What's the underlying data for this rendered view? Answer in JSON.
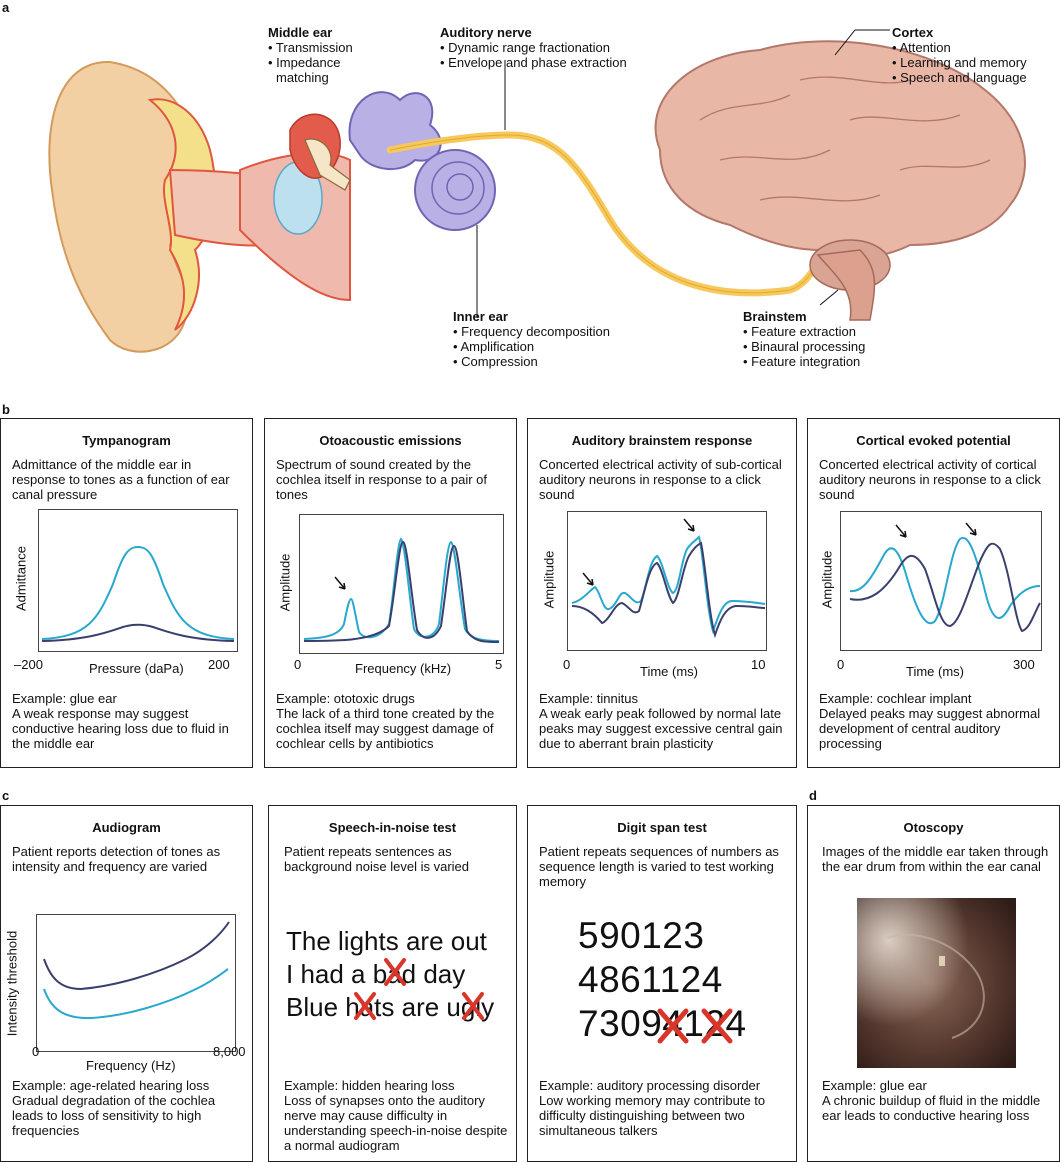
{
  "panel_labels": {
    "a": "a",
    "b": "b",
    "c": "c",
    "d": "d"
  },
  "colors": {
    "light_series": "#29a8cf",
    "dark_series": "#3a3f6e",
    "cross": "#d9362b",
    "skin": "#f3cfa4",
    "brain": "#e9b7a6",
    "nerve": "#f7c85a",
    "cochlea": "#b9b0e6"
  },
  "anatomy": {
    "middle_ear": {
      "title": "Middle ear",
      "items": [
        "• Transmission",
        "• Impedance",
        "  matching"
      ]
    },
    "auditory_nerve": {
      "title": "Auditory nerve",
      "items": [
        "• Dynamic range fractionation",
        "• Envelope and phase extraction"
      ]
    },
    "cortex": {
      "title": "Cortex",
      "items": [
        "• Attention",
        "• Learning and memory",
        "• Speech and language"
      ]
    },
    "inner_ear": {
      "title": "Inner ear",
      "items": [
        "• Frequency decomposition",
        "• Amplification",
        "• Compression"
      ]
    },
    "brainstem": {
      "title": "Brainstem",
      "items": [
        "• Feature extraction",
        "• Binaural processing",
        "• Feature integration"
      ]
    }
  },
  "tests_b": [
    {
      "title": "Tympanogram",
      "desc": "Admittance of the middle ear in response to tones as a function of ear canal pressure",
      "ylabel": "Admittance",
      "xlabel": "Pressure (daPa)",
      "xticks": [
        "–200",
        "200"
      ],
      "example": "Example: glue ear",
      "explanation": "A weak response may suggest conductive hearing loss due to fluid in the middle ear"
    },
    {
      "title": "Otoacoustic emissions",
      "desc": "Spectrum of sound created by the cochlea itself in response to a pair of tones",
      "ylabel": "Amplitude",
      "xlabel": "Frequency (kHz)",
      "xticks": [
        "0",
        "5"
      ],
      "example": "Example: ototoxic drugs",
      "explanation": "The lack of a third tone created by the cochlea itself may suggest damage of cochlear cells by antibiotics"
    },
    {
      "title": "Auditory brainstem response",
      "desc": "Concerted electrical activity of sub-cortical auditory neurons in response to a click sound",
      "ylabel": "Amplitude",
      "xlabel": "Time (ms)",
      "xticks": [
        "0",
        "10"
      ],
      "example": "Example: tinnitus",
      "explanation": "A weak early peak followed by normal late peaks may suggest excessive central gain due to aberrant brain plasticity"
    },
    {
      "title": "Cortical evoked potential",
      "desc": "Concerted electrical activity of cortical auditory neurons in response to a click sound",
      "ylabel": "Amplitude",
      "xlabel": "Time (ms)",
      "xticks": [
        "0",
        "300"
      ],
      "example": "Example: cochlear implant",
      "explanation": "Delayed peaks may suggest abnormal development of central auditory processing"
    }
  ],
  "tests_c": {
    "audiogram": {
      "title": "Audiogram",
      "desc": "Patient reports detection of tones as intensity and frequency are varied",
      "ylabel": "Intensity threshold",
      "xlabel": "Frequency (Hz)",
      "xticks": [
        "0",
        "8,000"
      ],
      "example": "Example: age-related hearing loss",
      "explanation": "Gradual degradation of the cochlea leads to loss of sensitivity to high frequencies"
    },
    "speech": {
      "title": "Speech-in-noise test",
      "desc": "Patient repeats sentences as background noise level is varied",
      "sentences": [
        "The lights are out",
        "I had a bad day",
        "Blue hats are ugly"
      ],
      "example": "Example: hidden hearing loss",
      "explanation": "Loss of synapses onto the auditory nerve may cause difficulty in understanding speech-in-noise despite a normal audiogram"
    },
    "digit": {
      "title": "Digit span test",
      "desc": "Patient repeats sequences of numbers as sequence length is varied to test working memory",
      "sequences": [
        "590123",
        "4861124",
        "7309412 4"
      ],
      "sequence3": "73094124",
      "example": "Example: auditory processing disorder",
      "explanation": "Low working memory may contribute to difficulty distinguishing between two simultaneous talkers"
    }
  },
  "test_d": {
    "title": "Otoscopy",
    "desc": "Images of the middle ear taken through the ear drum from within the ear canal",
    "example": "Example: glue ear",
    "explanation": "A chronic buildup of fluid in the middle ear leads to conductive hearing loss"
  }
}
